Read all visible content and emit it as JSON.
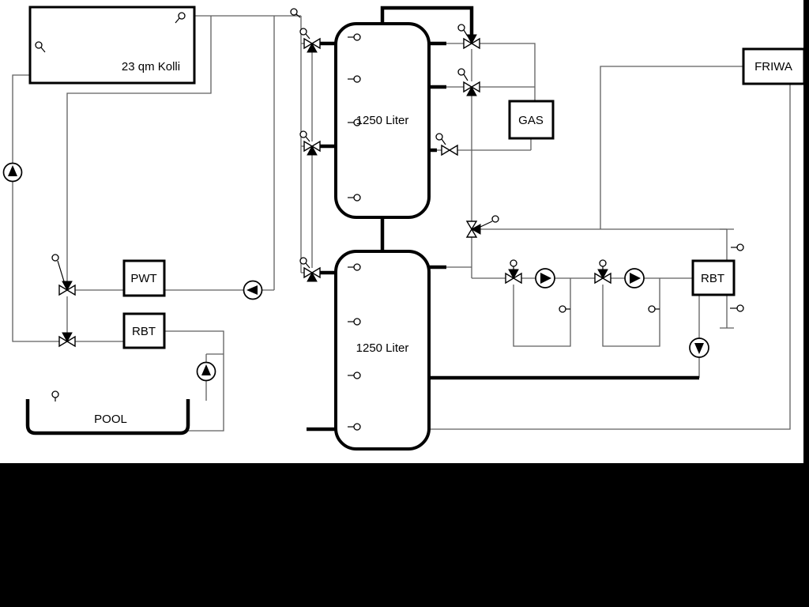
{
  "labels": {
    "collector": "23 qm Kolli",
    "tank_top": "1250 Liter",
    "tank_bottom": "1250 Liter",
    "pwt": "PWT",
    "rbt_left": "RBT",
    "gas": "GAS",
    "rbt_right": "RBT",
    "friwa": "FRIWA",
    "pool": "POOL"
  },
  "symbols": {
    "pump": "circle-with-filled-triangle",
    "valve": "bowtie-three-way",
    "sensor": "small-circle-with-stem"
  },
  "colors": {
    "background": "#ffffff",
    "pipe_thin": "#5f5f5f",
    "pipe_thick": "#000000",
    "mask": "#000000",
    "text": "#000000"
  }
}
